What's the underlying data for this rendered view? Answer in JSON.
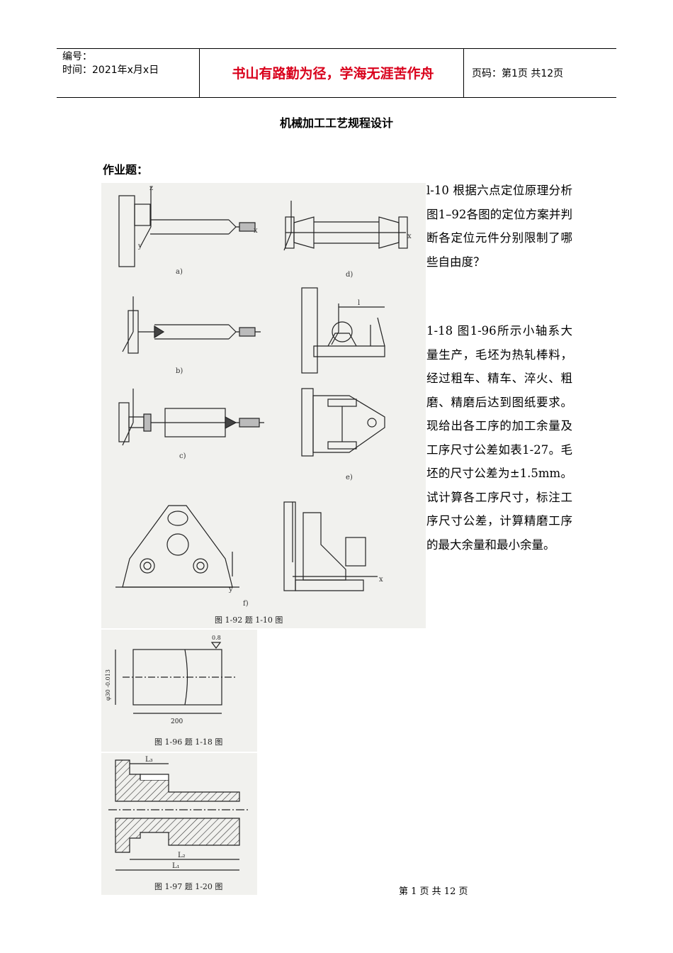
{
  "header": {
    "number_label": "编号：",
    "time_label": "时间：2021年x月x日",
    "motto": "书山有路勤为径，学海无涯苦作舟",
    "page_info": "页码：第1页  共12页"
  },
  "doc_title": "机械加工工艺规程设计",
  "homework_label": "作业题：",
  "questions": [
    {
      "text": "l-10 根据六点定位原理分析图1–92各图的定位方案并判断各定位元件分别限制了哪些自由度？"
    },
    {
      "text": "1-18 图1-96所示小轴系大量生产，毛坯为热轧棒料，经过粗车、精车、淬火、粗磨、精磨后达到图纸要求。现给出各工序的加工余量及工序尺寸公差如表1-27。毛坯的尺寸公差为±1.5mm。试计算各工序尺寸，标注工序尺寸公差，计算精磨工序的最大余量和最小余量。"
    }
  ],
  "figures": {
    "fig92": {
      "caption": "图 1-92    题 1-10 图",
      "labels": {
        "a": "a)",
        "b": "b)",
        "c": "c)",
        "d": "d)",
        "e": "e)",
        "f": "f)"
      },
      "axes": {
        "x": "x",
        "y": "y",
        "z": "z",
        "l": "l"
      }
    },
    "fig96": {
      "caption": "图 1-96    题 1-18 图",
      "dia": "φ30 -0.013",
      "length": "200",
      "rough": "0.8"
    },
    "fig97": {
      "caption": "图 1-97    题 1-20 图",
      "L1": "L₁",
      "L2": "L₂",
      "L3": "L₃"
    }
  },
  "footer": "第 1 页 共 12 页"
}
